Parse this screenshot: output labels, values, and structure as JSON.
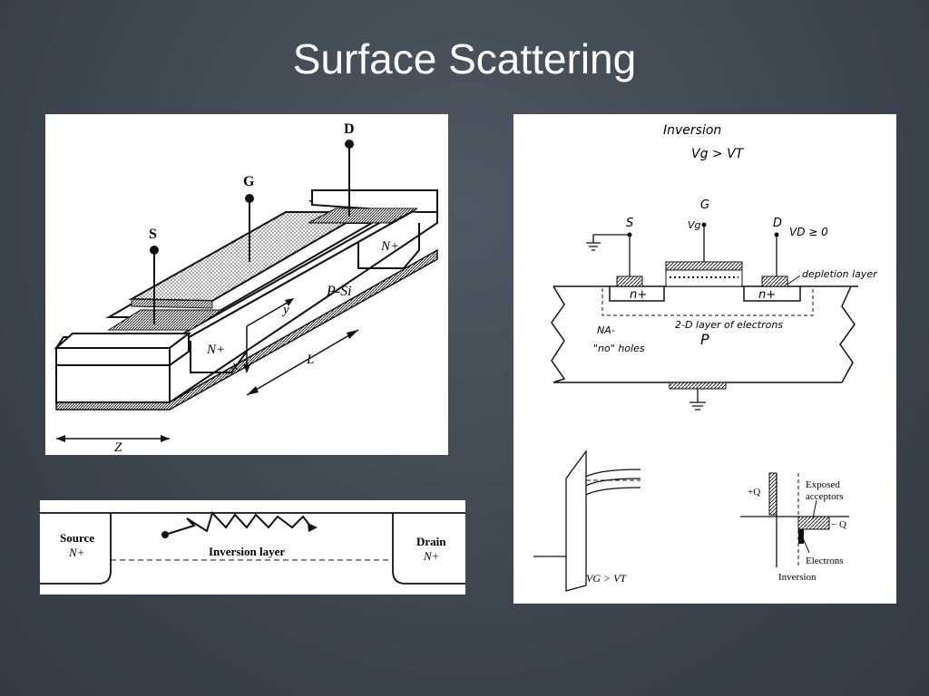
{
  "slide": {
    "title": "Surface Scattering"
  },
  "mosfet_3d": {
    "terminal_s": "S",
    "terminal_g": "G",
    "terminal_d": "D",
    "source_region": "N+",
    "drain_region": "N+",
    "substrate": "P-Si",
    "axis_x": "x",
    "axis_y": "y",
    "length": "L",
    "width": "Z"
  },
  "scatter_strip": {
    "source_label": "Source",
    "source_doping": "N+",
    "drain_label": "Drain",
    "drain_doping": "N+",
    "layer_label": "Inversion layer"
  },
  "inversion_sketch": {
    "heading": "Inversion",
    "condition": "Vg > VT",
    "gate": "G",
    "gate_voltage": "Vg",
    "source": "S",
    "drain": "D",
    "drain_voltage": "VD ≥ 0",
    "depletion_label": "depletion layer",
    "source_region": "n+",
    "drain_region": "n+",
    "electrons_label": "2-D layer of electrons",
    "acceptor_label": "NA-",
    "holes_label": "\"no\" holes",
    "substrate": "P",
    "band_condition": "VG > VT",
    "plus_q": "+Q",
    "minus_q": "− Q",
    "exposed_acceptors": "Exposed",
    "exposed_acceptors_2": "acceptors",
    "electrons": "Electrons",
    "charge_caption": "Inversion"
  }
}
